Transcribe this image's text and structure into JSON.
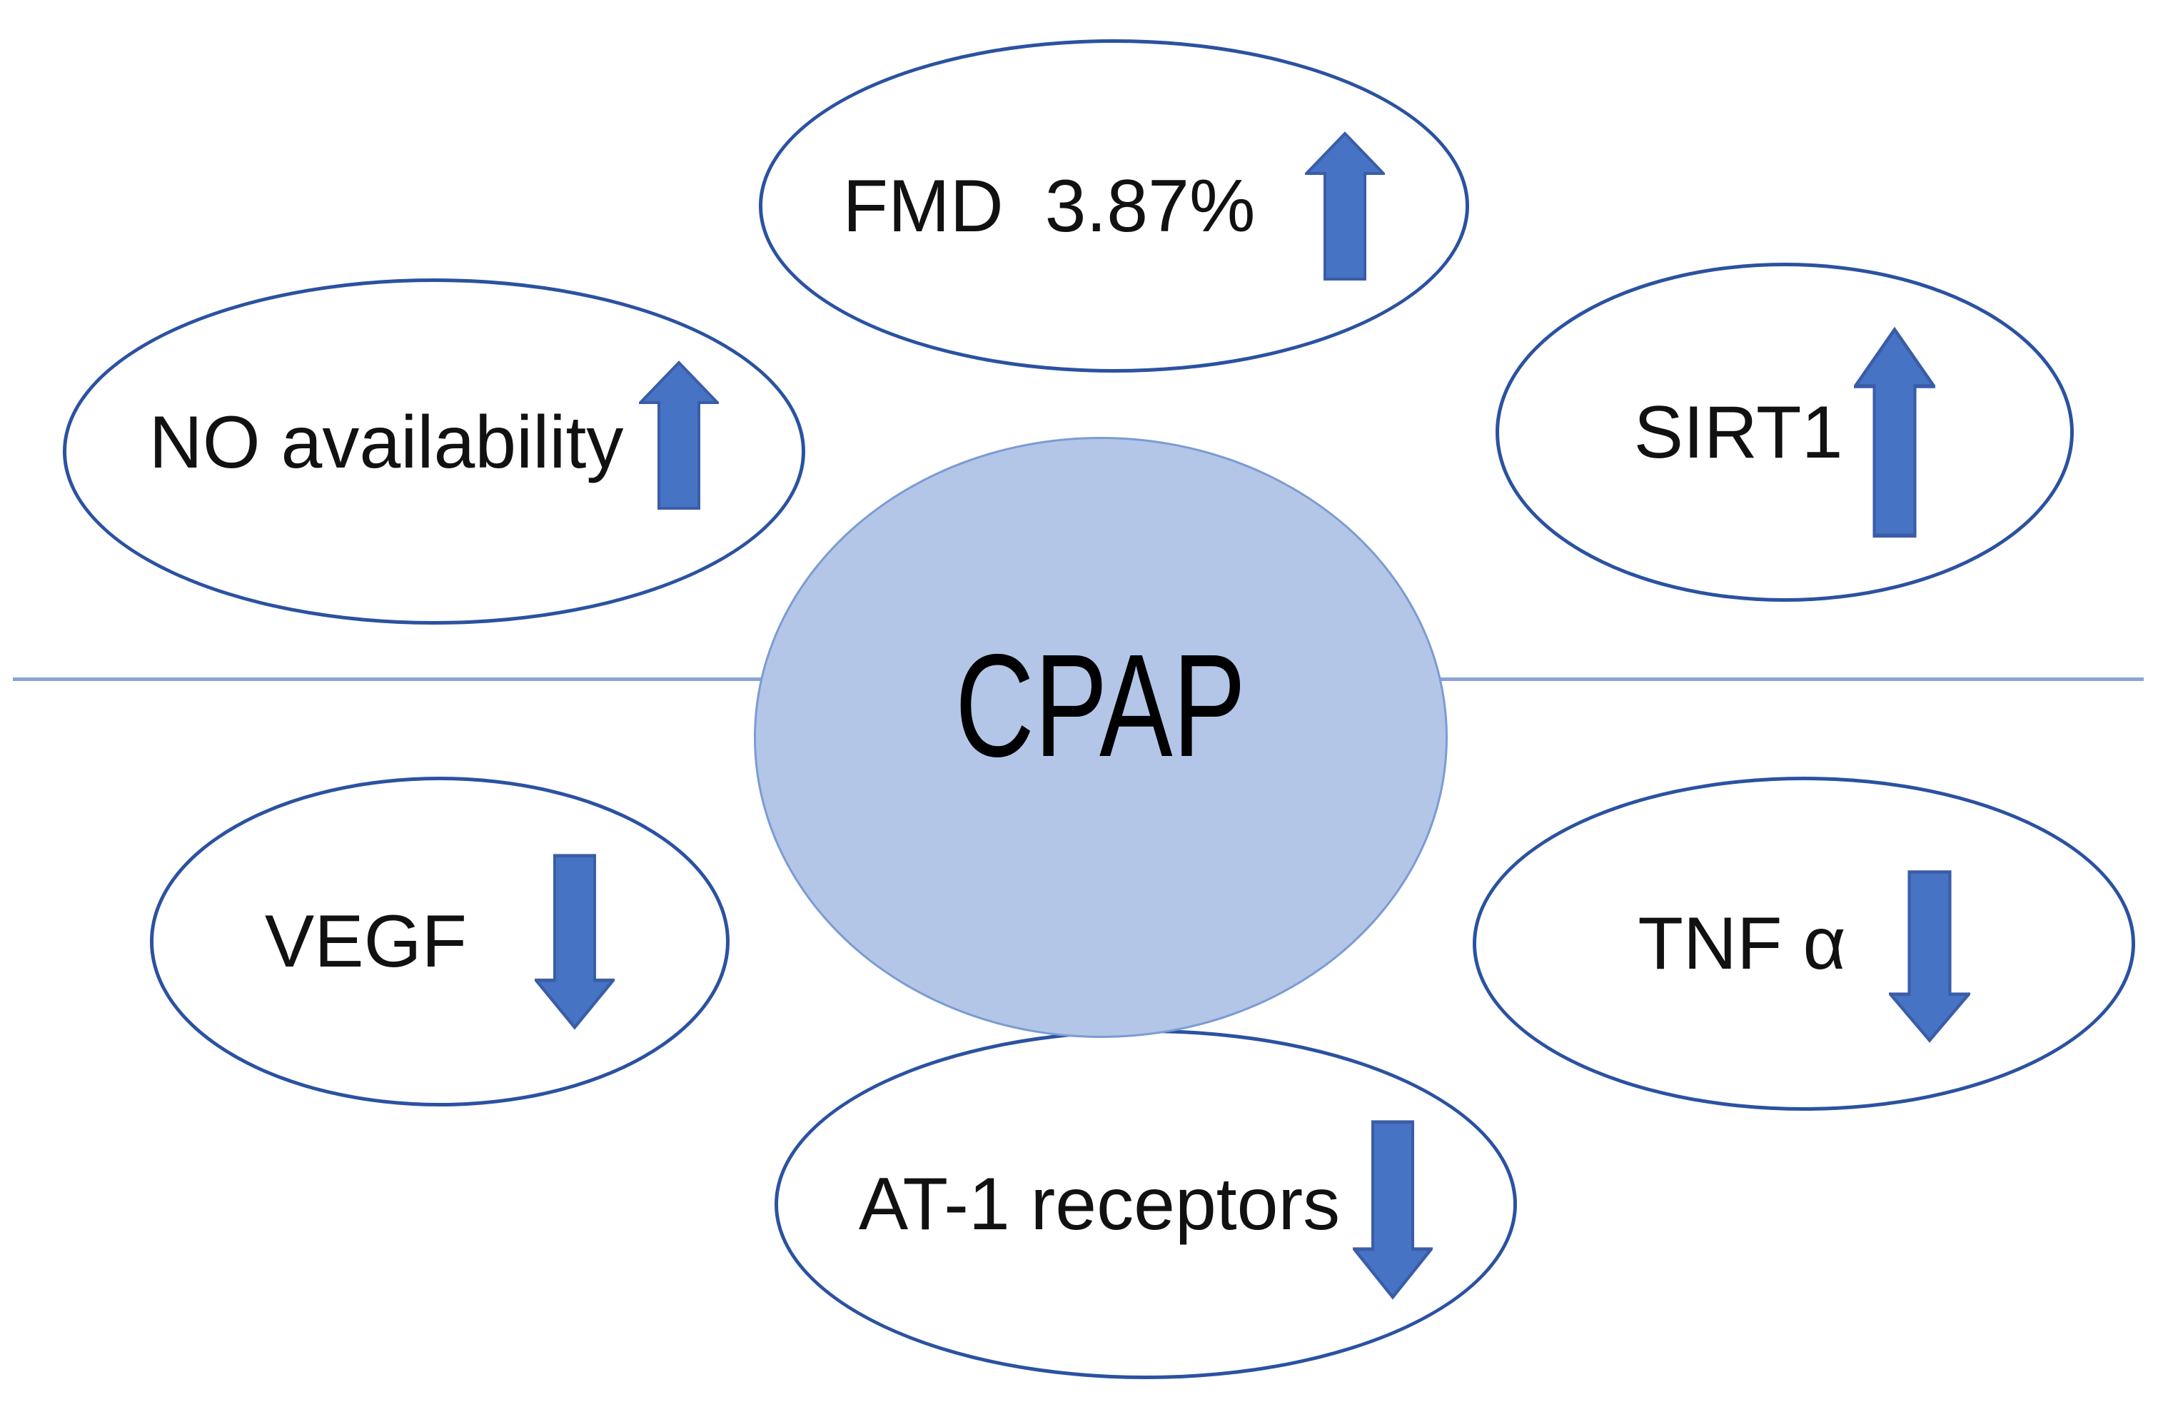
{
  "diagram": {
    "type": "hub-and-spoke",
    "center": {
      "label": "CPAP"
    },
    "nodes": [
      {
        "id": "fmd",
        "label": "FMD  3.87%",
        "direction": "up"
      },
      {
        "id": "no-availability",
        "label": "NO availability",
        "direction": "up"
      },
      {
        "id": "sirt1",
        "label": "SIRT1",
        "direction": "up"
      },
      {
        "id": "vegf",
        "label": "VEGF",
        "direction": "down"
      },
      {
        "id": "tnf-alpha",
        "label": "TNF α",
        "direction": "down"
      },
      {
        "id": "at1-receptors",
        "label": "AT-1 receptors",
        "direction": "down"
      }
    ],
    "colors": {
      "background": "#ffffff",
      "node_outline": "#2b52a1",
      "center_fill": "#b3c6e7",
      "center_border": "#7b9bd3",
      "arrow_fill": "#4673c4",
      "arrow_stroke": "#3a5da8",
      "divider_line": "#8aa4d8",
      "text": "#111111"
    }
  }
}
